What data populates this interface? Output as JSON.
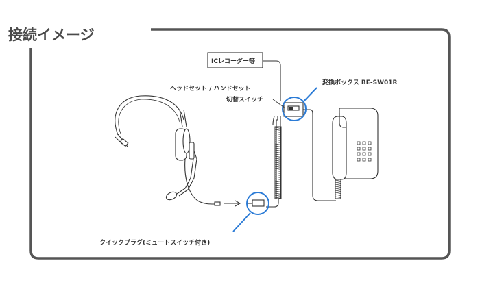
{
  "title": "接続イメージ",
  "labels": {
    "ic_recorder": "ICレコーダー等",
    "converter_box": "変換ボックス BE-SW01R",
    "switch_line1": "ヘッドセット / ハンドセット",
    "switch_line2": "切替スイッチ",
    "quick_plug": "クイックプラグ(ミュートスイッチ付き)"
  },
  "colors": {
    "frame": "#555555",
    "highlight": "#2b7bd6",
    "line": "#333333"
  }
}
